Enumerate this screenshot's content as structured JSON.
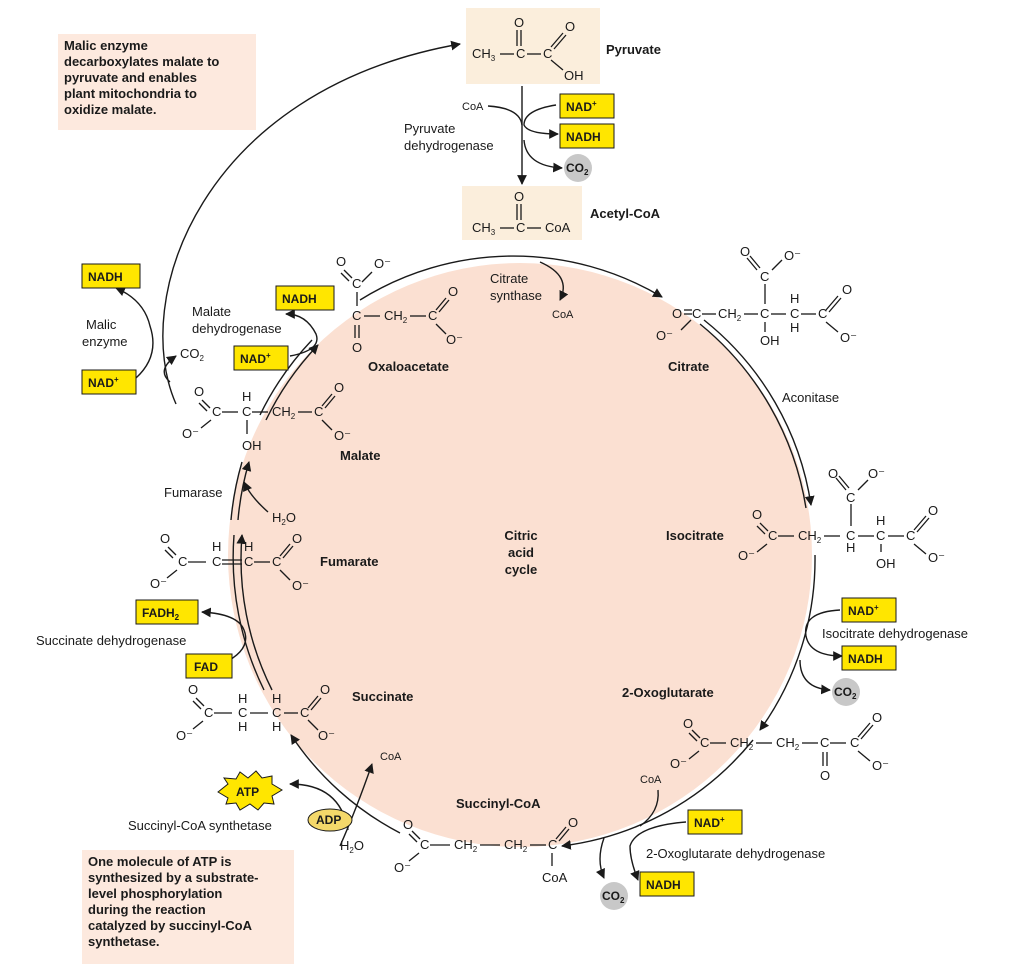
{
  "notes": {
    "malic": [
      "Malic enzyme",
      "decarboxylates malate to",
      "pyruvate and enables",
      "plant mitochondria to",
      "oxidize malate."
    ],
    "atp": [
      "One molecule of ATP is",
      "synthesized by a substrate-",
      "level phosphorylation",
      "during the reaction",
      "catalyzed by succinyl-CoA",
      "synthetase."
    ]
  },
  "center": [
    "Citric",
    "acid",
    "cycle"
  ],
  "molecules": {
    "pyruvate": "Pyruvate",
    "acetyl_coa": "Acetyl-CoA",
    "citrate": "Citrate",
    "isocitrate": "Isocitrate",
    "oxoglutarate": "2-Oxoglutarate",
    "succinyl_coa": "Succinyl-CoA",
    "succinate": "Succinate",
    "fumarate": "Fumarate",
    "malate": "Malate",
    "oxaloacetate": "Oxaloacetate"
  },
  "enzymes": {
    "pdh": [
      "Pyruvate",
      "dehydrogenase"
    ],
    "citrate_synthase": [
      "Citrate",
      "synthase"
    ],
    "aconitase": "Aconitase",
    "icdh": "Isocitrate dehydrogenase",
    "ogdh": "2-Oxoglutarate dehydrogenase",
    "scs": "Succinyl-CoA synthetase",
    "sdh": "Succinate dehydrogenase",
    "fumarase": "Fumarase",
    "mdh": [
      "Malate",
      "dehydrogenase"
    ],
    "malic": [
      "Malic",
      "enzyme"
    ]
  },
  "cofactors": {
    "nad": "NAD",
    "nad_sup": "+",
    "nadh": "NADH",
    "fad": "FAD",
    "fadh": "FADH",
    "fadh_sub": "2",
    "co": "CO",
    "co_sub": "2",
    "atp": "ATP",
    "adp": "ADP",
    "coa": "CoA",
    "h": "H",
    "h_sub": "2",
    "o": "O"
  },
  "colors": {
    "circle": "#fbe0d2",
    "badge": "#ffe600",
    "co2": "#c8c8c8",
    "atp": "#ffe600",
    "note": "#fde9de"
  }
}
